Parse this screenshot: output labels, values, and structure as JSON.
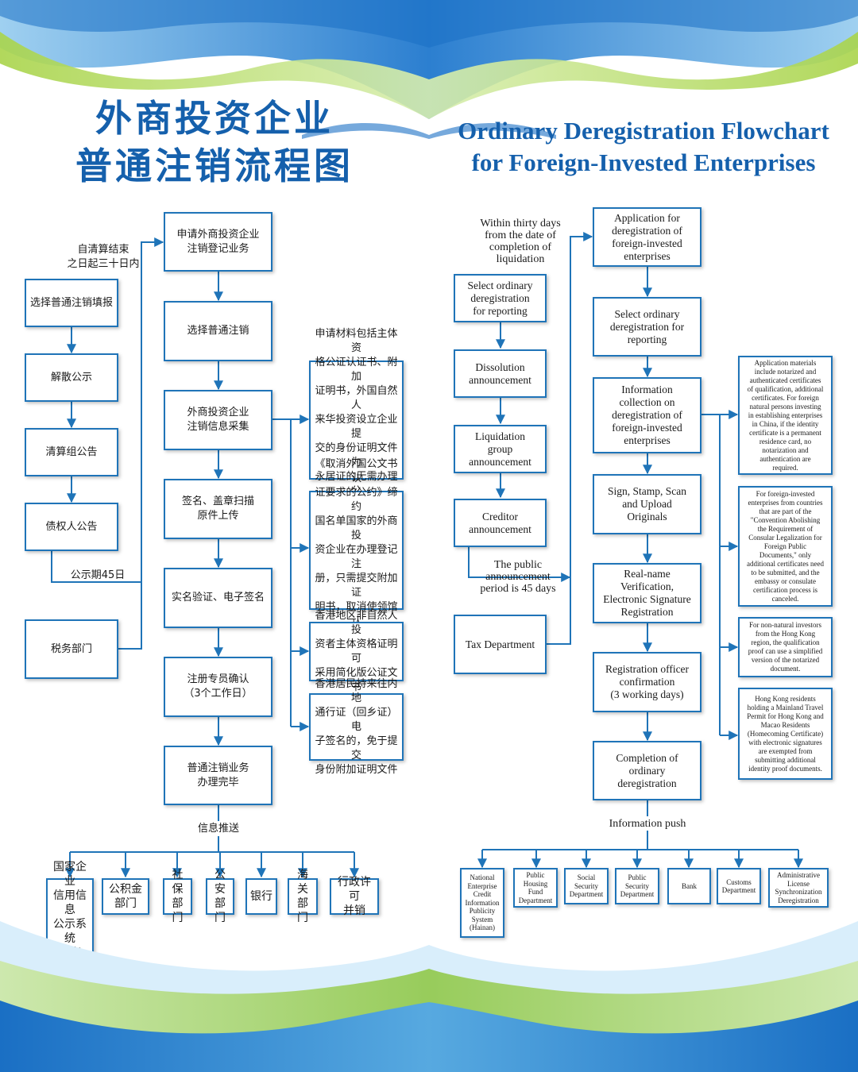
{
  "zh": {
    "title_line1": "外商投资企业",
    "title_line2": "普通注销流程图",
    "left": [
      "选择普通注销填报",
      "解散公示",
      "清算组公告",
      "债权人公告",
      "税务部门"
    ],
    "note_thirty_days": "自清算结束\n之日起三十日内",
    "note_45_days": "公示期45日",
    "center": [
      "申请外商投资企业\n注销登记业务",
      "选择普通注销",
      "外商投资企业\n注销信息采集",
      "签名、盖章扫描\n原件上传",
      "实名验证、电子签名",
      "注册专员确认\n（3个工作日）",
      "普通注销业务\n办理完毕"
    ],
    "right": [
      "申请材料包括主体资\n格公证认证书、附加\n证明书，外国自然人\n来华投资设立企业提\n交的身份证明文件为\n永居证的无需办理公\n证认证",
      "《取消外国公文书认\n证要求的公约》缔约\n国名单国家的外商投\n资企业在办理登记注\n册，只需提交附加证\n明书，取消使领馆认\n证环节",
      "香港地区非自然人投\n资者主体资格证明可\n采用简化版公证文书",
      "香港居民持来往内地\n通行证（回乡证）电\n子签名的，免于提交\n身份附加证明文件"
    ],
    "info_push": "信息推送",
    "departments": [
      "国家企业\n信用信息\n公示系统\n（海南）",
      "公积金\n部门",
      "社保\n部门",
      "公安\n部门",
      "银行",
      "海关\n部门",
      "行政许可\n并销"
    ]
  },
  "en": {
    "title_line1": "Ordinary Deregistration Flowchart",
    "title_line2": "for Foreign-Invested Enterprises",
    "left": [
      "Select ordinary\nderegistration\nfor reporting",
      "Dissolution\nannouncement",
      "Liquidation\ngroup\nannouncement",
      "Creditor\nannouncement",
      "Tax Department"
    ],
    "note_thirty_days": "Within thirty days\nfrom the date of\ncompletion of\nliquidation",
    "note_45_days": "The public\nannouncement\nperiod is 45 days",
    "center": [
      "Application for\nderegistration of\nforeign-invested\nenterprises",
      "Select ordinary\nderegistration for\nreporting",
      "Information\ncollection on\nderegistration of\nforeign-invested\nenterprises",
      "Sign, Stamp, Scan\nand Upload\nOriginals",
      "Real-name\nVerification,\nElectronic Signature\nRegistration",
      "Registration officer\nconfirmation\n(3 working days)",
      "Completion of\nordinary\nderegistration"
    ],
    "right": [
      "Application materials\ninclude notarized and\nauthenticated certificates\nof qualification, additional\ncertificates. For foreign\nnatural persons investing\nin establishing enterprises\nin China, if the identity\ncertificate is a permanent\nresidence card, no\nnotarization and\nauthentication are\nrequired.",
      "For foreign-invested\nenterprises from countries\nthat are part of the\n\"Convention Abolishing\nthe Requirement of\nConsular Legalization for\nForeign Public\nDocuments,\" only\nadditional certificates need\nto be submitted, and the\nembassy or consulate\ncertification process is\ncanceled.",
      "For non-natural investors\nfrom the Hong Kong\nregion, the qualification\nproof can use a simplified\nversion of the notarized\ndocument.",
      "Hong Kong residents\nholding a Mainland Travel\nPermit for Hong Kong and\nMacao Residents\n(Homecoming Certificate)\nwith electronic signatures\nare exempted from\nsubmitting additional\nidentity proof documents."
    ],
    "info_push": "Information push",
    "departments": [
      "National\nEnterprise\nCredit\nInformation\nPublicity\nSystem\n(Hainan)",
      "Public\nHousing\nFund\nDepartment",
      "Social\nSecurity\nDepartment",
      "Public\nSecurity\nDepartment",
      "Bank",
      "Customs\nDepartment",
      "Administrative\nLicense\nSynchronization\nDeregistration"
    ]
  },
  "colors": {
    "title": "#1560ac",
    "line": "#1f74b8",
    "box_border": "#1f74b8",
    "wave_blue": "#1a6fc4",
    "wave_green": "#8cc63f"
  }
}
